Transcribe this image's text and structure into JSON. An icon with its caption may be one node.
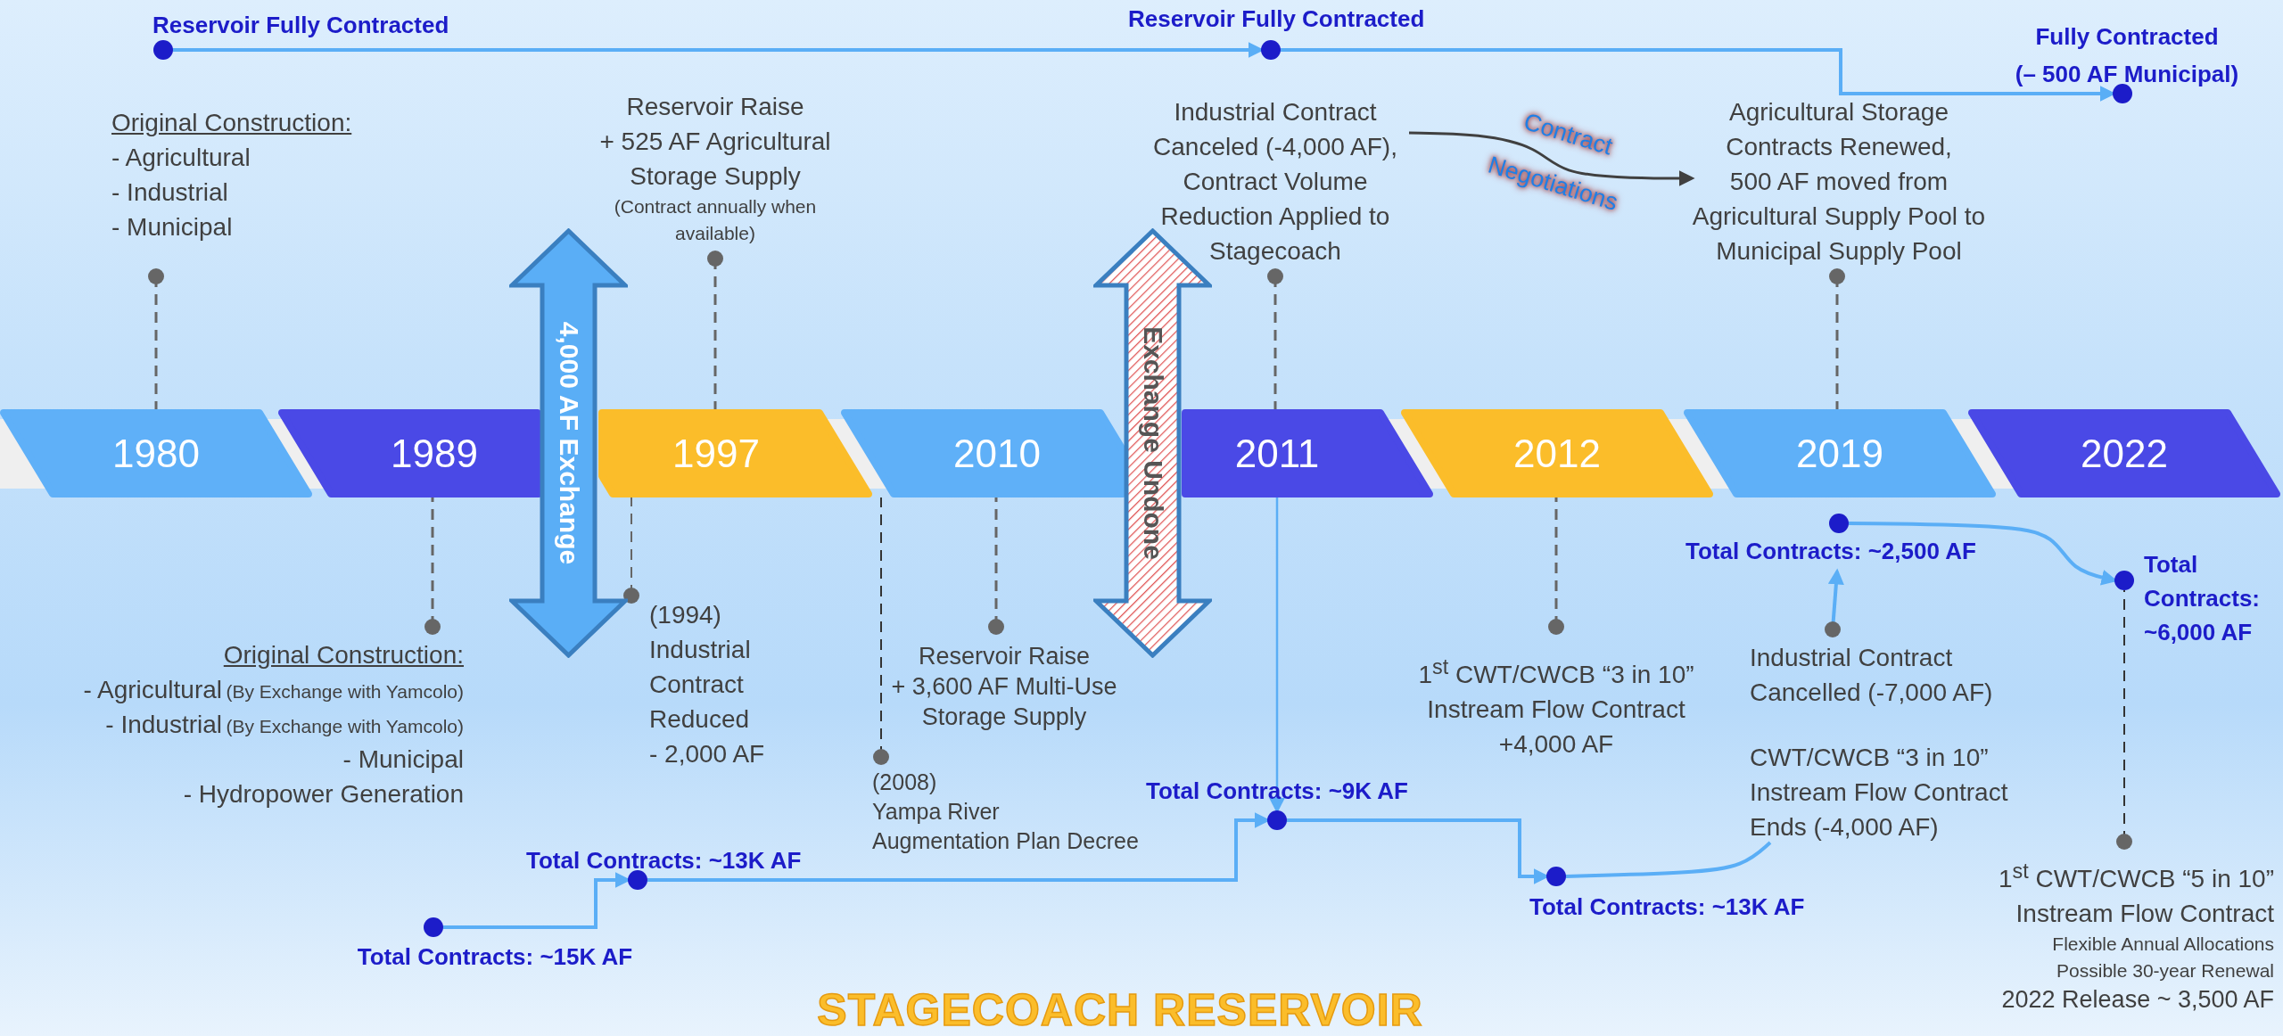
{
  "diagram": {
    "title": "STAGECOACH RESERVOIR",
    "nodes": [
      {
        "text": [],
        "shape": "circle",
        "beside": [
          "Reservoir Fully Contracted"
        ]
      },
      {
        "text": [],
        "shape": "circle",
        "beside": [
          "Reservoir Fully Contracted"
        ]
      },
      {
        "text": [],
        "shape": "circle",
        "beside": [
          "Fully Contracted",
          "(– 500 AF Municipal)"
        ]
      },
      {
        "text": [
          "Original Construction:",
          "- Agricultural",
          "- Industrial",
          "- Municipal"
        ]
      },
      {
        "text": [
          "Reservoir Raise",
          "+ 525 AF Agricultural Storage Supply",
          "(Contract annually when available)"
        ]
      },
      {
        "text": [
          "Industrial Contract Canceled (-4,000 AF), Contract Volume Reduction Applied to Stagecoach"
        ]
      },
      {
        "text": [
          "Agricultural Storage Contracts Renewed,",
          "500 AF moved from Agricultural Supply Pool to Municipal Supply Pool"
        ]
      },
      {
        "text": [
          "4,000 AF Exchange"
        ]
      },
      {
        "text": [
          "Exchange Undone"
        ]
      },
      {
        "text": [
          "1980"
        ]
      },
      {
        "text": [
          "1989"
        ]
      },
      {
        "text": [
          "1997"
        ]
      },
      {
        "text": [
          "2010"
        ]
      },
      {
        "text": [
          "2011"
        ]
      },
      {
        "text": [
          "2012"
        ]
      },
      {
        "text": [
          "2019"
        ]
      },
      {
        "text": [
          "2022"
        ]
      },
      {
        "text": [
          "Original Construction:",
          "- Agricultural",
          "(By Exchange with Yamcolo)",
          "- Industrial",
          "(By Exchange with Yamcolo)",
          "- Municipal",
          "- Hydropower Generation"
        ]
      },
      {
        "text": [
          "(1994)",
          "Industrial Contract Reduced",
          "- 2,000 AF"
        ]
      },
      {
        "text": [
          "(2008)",
          "Yampa River",
          "Augmentation Plan Decree"
        ]
      },
      {
        "text": [
          "Reservoir Raise",
          "+ 3,600 AF Multi-Use Storage Supply"
        ]
      },
      {
        "text": [
          "1$^{st}$ CWT/CWCB “3 in 10” Instream Flow Contract",
          "+4,000 AF"
        ]
      },
      {
        "text": [],
        "shape": "circle",
        "beside": [
          "Total Contracts: ~2,500 AF"
        ]
      },
      {
        "text": [],
        "shape": "circle",
        "beside": [
          "Total Contracts: ~6,000 AF"
        ]
      },
      {
        "text": [
          "Industrial Contract Cancelled (-7,000 AF)"
        ]
      },
      {
        "text": [],
        "shape": "circle",
        "beside": [
          "Total Contracts: ~9K AF"
        ]
      },
      {
        "text": [
          "CWT/CWCB “3 in 10” Instream Flow Contract Ends (-4,000 AF)"
        ]
      },
      {
        "text": [],
        "shape": "circle",
        "beside": [
          "Total Contracts: ~13K AF"
        ]
      },
      {
        "text": [],
        "shape": "circle",
        "beside": [
          "Total Contracts: ~15K AF"
        ]
      },
      {
        "text": [],
        "shape": "circle",
        "beside": [
          "Total Contracts: ~13K AF"
        ]
      },
      {
        "text": [
          "1$^{st}$ CWT/CWCB “5 in 10” Instream Flow Contract",
          "Flexible Annual Allocations",
          "Possible 30-year Renewal",
          "2022 Release ~ 3,500 AF"
        ]
      }
    ],
    "edges": [
      {
        "from": 0,
        "to": 1,
        "arrow": "to"
      },
      {
        "from": 1,
        "to": 2,
        "arrow": "to"
      },
      {
        "from": 5,
        "to": 6,
        "arrow": "to",
        "label": "Contract Negotiations",
        "color": "#404040"
      },
      {
        "from": 3,
        "to": 9,
        "arrow": "other",
        "style": "dashed",
        "color": "#666666"
      },
      {
        "from": 4,
        "to": 11,
        "arrow": "other",
        "style": "dashed",
        "color": "#666666"
      },
      {
        "from": 5,
        "to": 13,
        "arrow": "other",
        "style": "dashed",
        "color": "#666666"
      },
      {
        "from": 6,
        "to": 15,
        "arrow": "other",
        "style": "dashed",
        "color": "#666666"
      },
      {
        "from": 13,
        "to": 25,
        "arrow": "to"
      },
      {
        "from": 17,
        "to": 10,
        "arrow": "other",
        "style": "dashed",
        "color": "#666666"
      },
      {
        "from": 18,
        "to": 11,
        "arrow": "other",
        "style": "dashed",
        "color": "#666666"
      },
      {
        "from": 19,
        "to": 12,
        "arrow": "other",
        "style": "dashed",
        "color": "#333333"
      },
      {
        "from": 20,
        "to": 12,
        "arrow": "other",
        "style": "dashed",
        "color": "#666666"
      },
      {
        "from": 21,
        "to": 14,
        "arrow": "other",
        "style": "dashed",
        "color": "#666666"
      },
      {
        "from": 24,
        "to": 22,
        "arrow": "to"
      },
      {
        "from": 30,
        "to": 23,
        "arrow": "other",
        "style": "dashed",
        "color": "#333333"
      },
      {
        "from": 28,
        "to": 27,
        "arrow": "to"
      },
      {
        "from": 27,
        "to": 25,
        "arrow": "to"
      },
      {
        "from": 25,
        "to": 29,
        "arrow": "to"
      },
      {
        "from": 29,
        "to": 26,
        "arrow": "none"
      },
      {
        "from": 22,
        "to": 23,
        "arrow": "to"
      }
    ]
  }
}
